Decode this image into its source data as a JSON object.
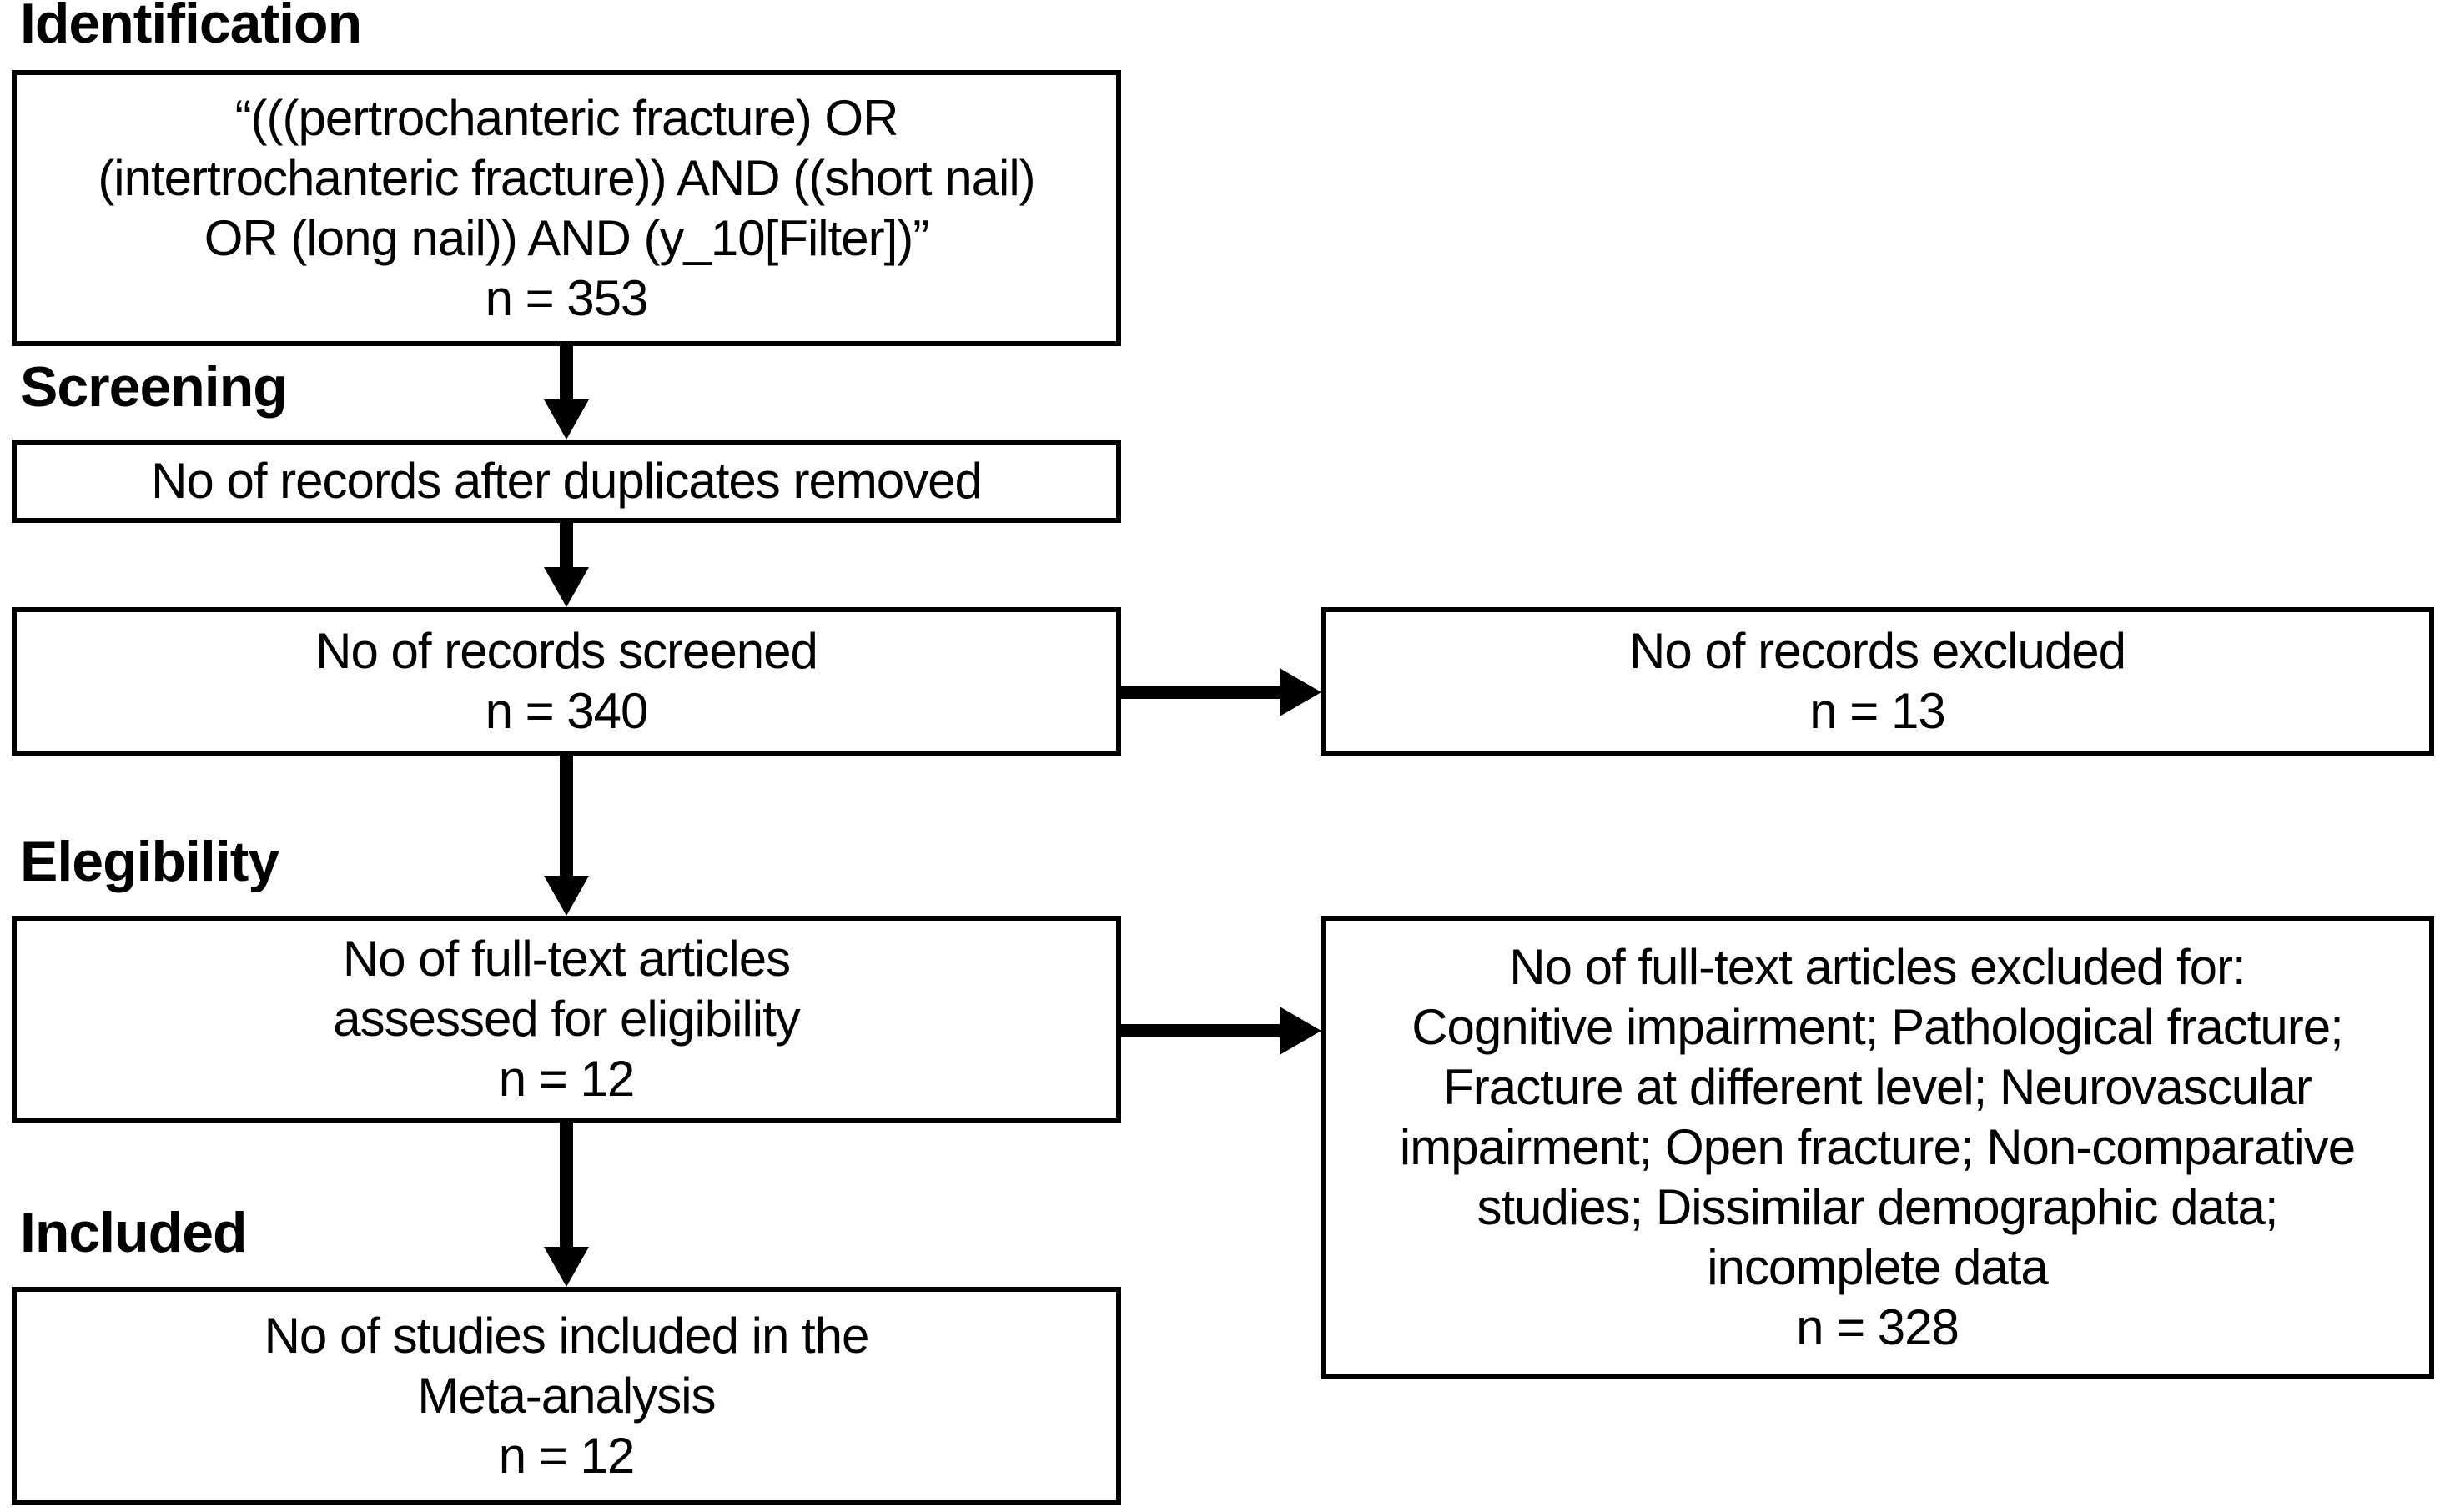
{
  "labels": {
    "identification": "Identification",
    "screening": "Screening",
    "eligibility": "Elegibility",
    "included": "Included"
  },
  "boxes": {
    "search_query": "“(((pertrochanteric fracture) OR\n(intertrochanteric fracture)) AND ((short nail)\nOR (long nail)) AND (y_10[Filter])”\nn = 353",
    "duplicates_removed": "No of records after duplicates removed",
    "records_screened": "No of records screened\nn = 340",
    "records_excluded": "No of records excluded\nn = 13",
    "fulltext_assessed": "No of full-text articles\nassessed for eligibility\nn = 12",
    "fulltext_excluded": "No of full-text articles excluded for:\nCognitive impairment; Pathological fracture;\nFracture at different level; Neurovascular\nimpairment; Open fracture; Non-comparative\nstudies; Dissimilar demographic data;\nincomplete data\nn = 328",
    "studies_included": "No of studies included in the\nMeta-analysis\nn = 12"
  },
  "colors": {
    "line": "#000000",
    "background": "#ffffff",
    "text": "#000000"
  }
}
